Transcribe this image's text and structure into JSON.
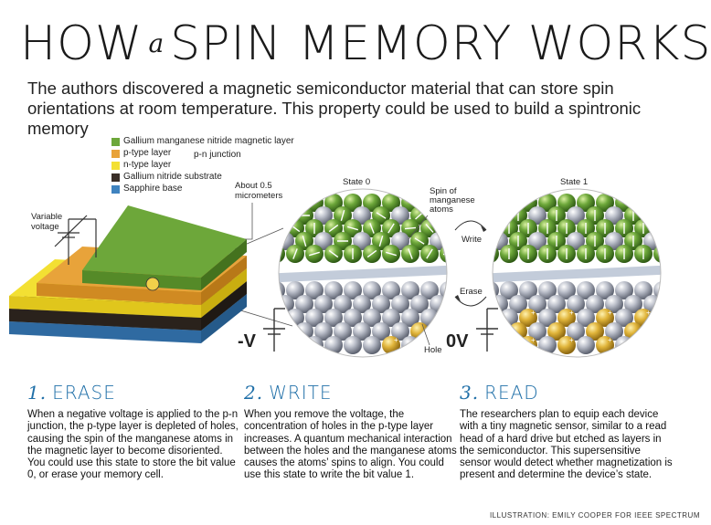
{
  "title": {
    "part1": "HOW",
    "part2": "a",
    "part3": "SPIN MEMORY WORKS"
  },
  "subtitle": "The authors discovered a magnetic semiconductor material that can store spin orientations at room temperature. This property could be used to build a spintronic memory",
  "legend": {
    "items": [
      {
        "label": "Gallium manganese nitride magnetic layer",
        "color": "#6da73a"
      },
      {
        "label": "p-type layer",
        "color": "#e8a33a"
      },
      {
        "label": "n-type layer",
        "color": "#f3e033"
      },
      {
        "label": "Gallium nitride substrate",
        "color": "#3a2f28"
      },
      {
        "label": "Sapphire base",
        "color": "#3f83bf"
      }
    ],
    "pn_label": "p-n junction"
  },
  "diagram": {
    "variable_voltage": [
      "Variable",
      "voltage"
    ],
    "thickness": [
      "About 0.5",
      "micrometers"
    ],
    "state0": "State 0",
    "state1": "State 1",
    "spin_label": [
      "Spin of",
      "manganese",
      "atoms"
    ],
    "write": "Write",
    "erase": "Erase",
    "hole": "Hole",
    "neg_v": "-V",
    "zero_v": "0V"
  },
  "steps": [
    {
      "num": "1.",
      "title": "ERASE",
      "text": "When a negative voltage is applied to the p-n junction, the p-type layer is depleted of holes, causing the spin of the manganese atoms in the magnetic layer to become disoriented. You could use this state to store the bit value 0, or erase your memory cell."
    },
    {
      "num": "2.",
      "title": "WRITE",
      "text": "When you remove the voltage, the concentration of holes in the p-type layer increases. A quantum mechanical interaction between the holes and the manganese atoms causes the atoms’ spins to align. You could use this state to write the bit value 1."
    },
    {
      "num": "3.",
      "title": "READ",
      "text": "The researchers plan to equip each device with a tiny magnetic sensor, similar to a read head of a hard drive but etched as layers in the semiconductor. This supersensitive sensor would detect whether magnetization is present and determine the device’s state."
    }
  ],
  "credit": "ILLUSTRATION: EMILY COOPER FOR IEEE SPECTRUM",
  "colors": {
    "accent": "#1f6fa8",
    "green": "#6da73a",
    "silver": "#a8adb8",
    "gold": "#e0b43a"
  }
}
